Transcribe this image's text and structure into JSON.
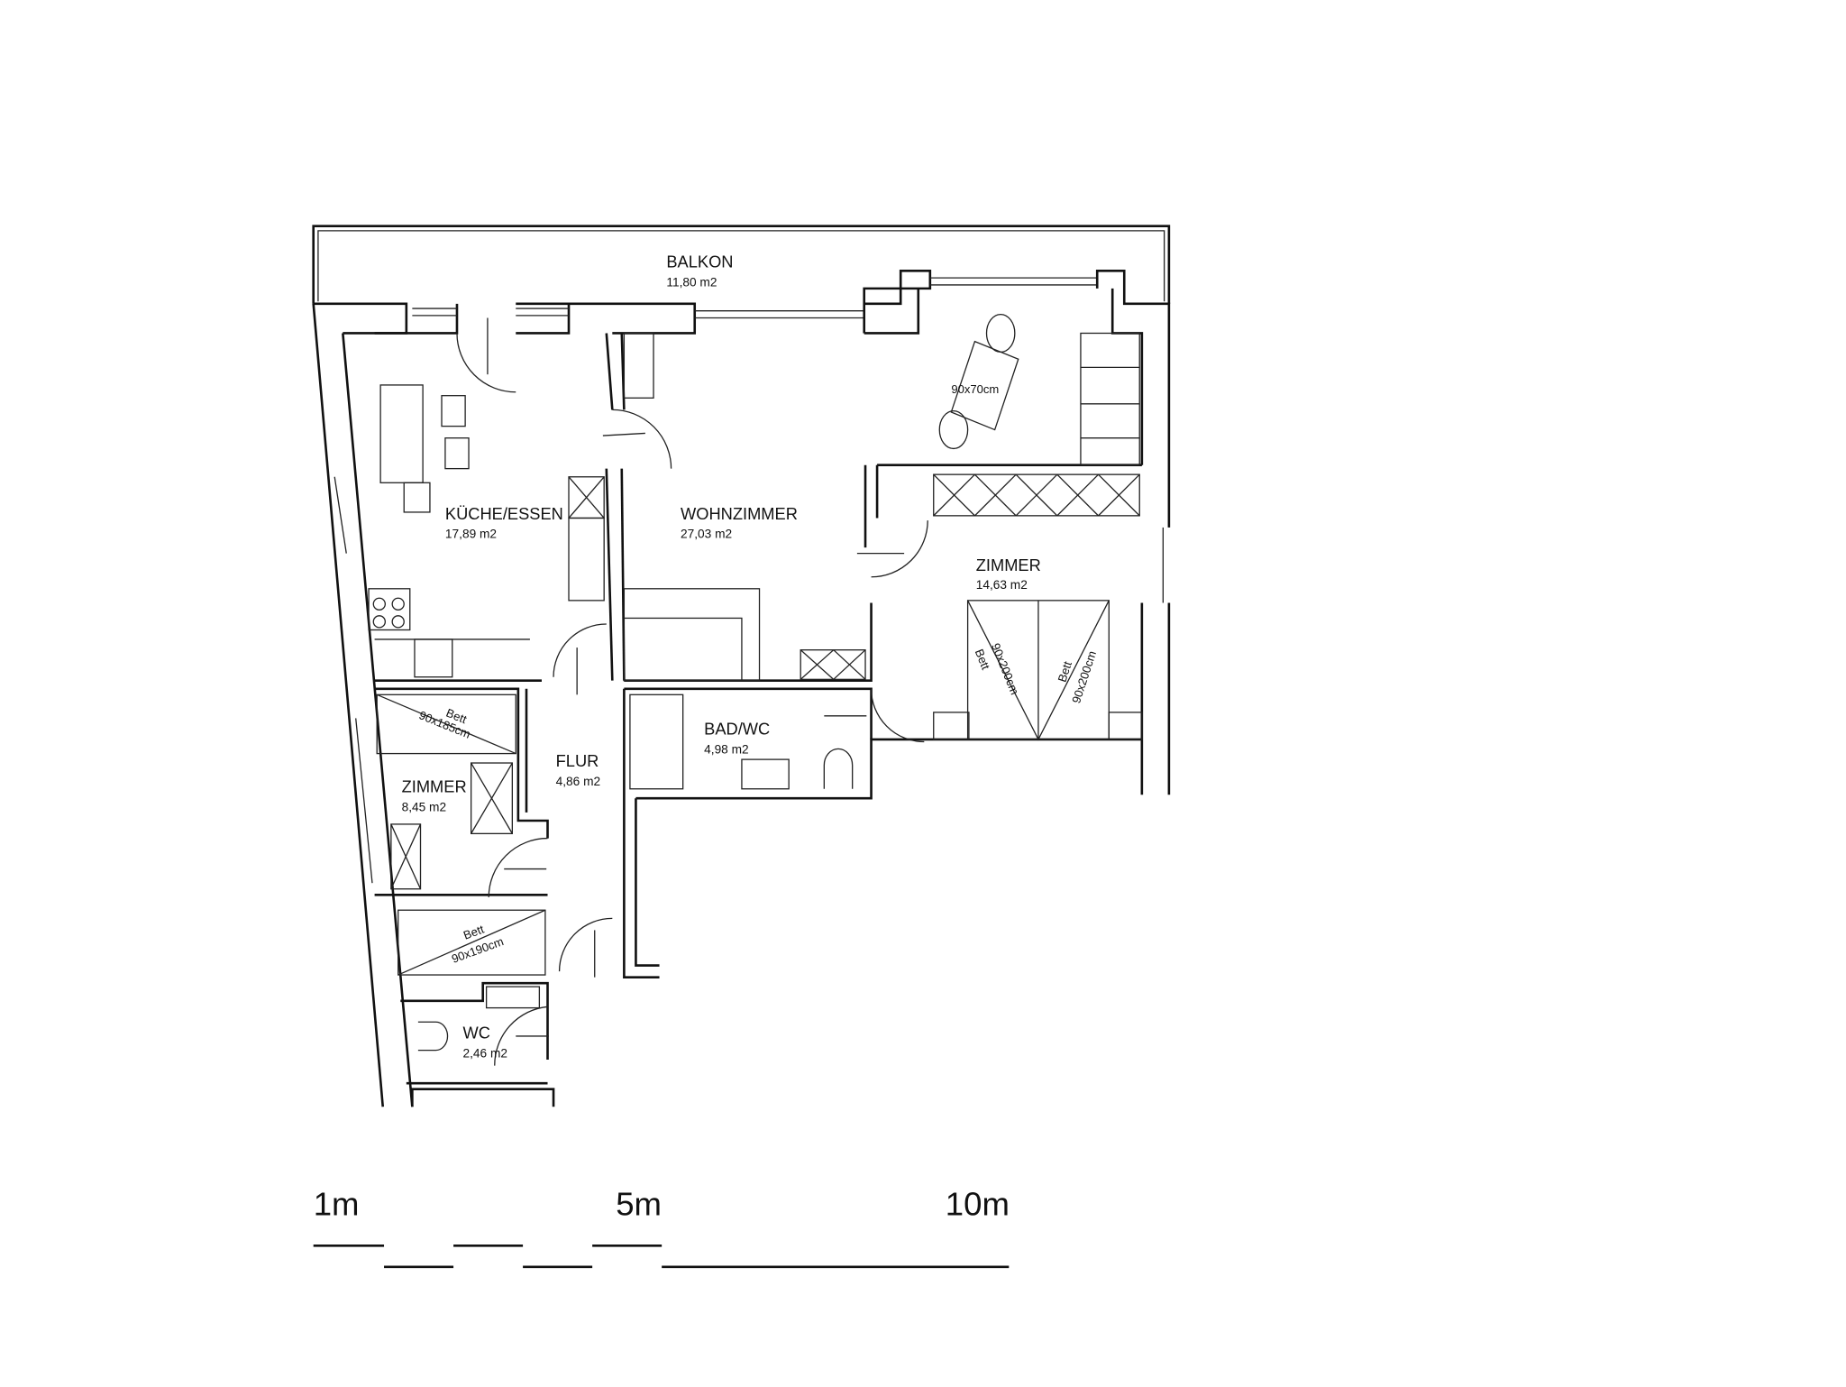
{
  "rooms": {
    "balkon": {
      "name": "BALKON",
      "area": "11,80 m2"
    },
    "kueche": {
      "name": "KÜCHE/ESSEN",
      "area": "17,89 m2"
    },
    "wohnzimmer": {
      "name": "WOHNZIMMER",
      "area": "27,03 m2"
    },
    "zimmer_gross": {
      "name": "ZIMMER",
      "area": "14,63 m2"
    },
    "bad": {
      "name": "BAD/WC",
      "area": "4,98 m2"
    },
    "flur": {
      "name": "FLUR",
      "area": "4,86 m2"
    },
    "zimmer_klein": {
      "name": "ZIMMER",
      "area": "8,45 m2"
    },
    "wc": {
      "name": "WC",
      "area": "2,46 m2"
    }
  },
  "furniture": {
    "table": "90x70cm",
    "bed_small_1": {
      "label": "Bett",
      "size": "90x185cm"
    },
    "bed_small_2": {
      "label": "Bett",
      "size": "90x190cm"
    },
    "bed_double_left": {
      "label": "Bett",
      "size": "90x200cm"
    },
    "bed_double_right": {
      "label": "Bett",
      "size": "90x200cm"
    }
  },
  "scale_bar": {
    "label_1": "1m",
    "label_5": "5m",
    "label_10": "10m"
  }
}
